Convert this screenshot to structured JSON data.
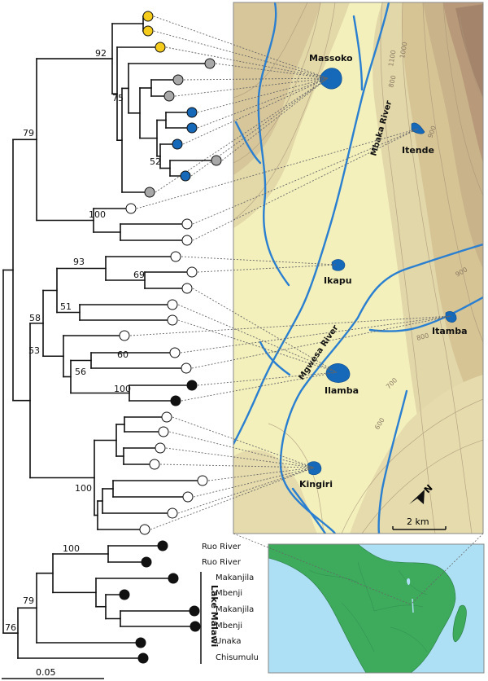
{
  "figure": {
    "bootstrap_values": [
      "92",
      "75",
      "52",
      "79",
      "100",
      "93",
      "69",
      "51",
      "58",
      "53",
      "60",
      "56",
      "100",
      "100",
      "100",
      "79",
      "76"
    ],
    "scale_bar_label": "0.05",
    "map": {
      "lakes": [
        "Massoko",
        "Itende",
        "Ikapu",
        "Itamba",
        "Ilamba",
        "Kingiri"
      ],
      "rivers": [
        "Mbaka River",
        "Mgwesa River"
      ],
      "contours": [
        "1100",
        "1000",
        "900",
        "800",
        "900",
        "800",
        "700",
        "600"
      ],
      "scale_label": "2 km",
      "north_label": "N"
    },
    "outgroup_tips": [
      "Ruo River",
      "Ruo River",
      "Makanjila",
      "Mbenji",
      "Makanjila",
      "Mbenji",
      "Unaka",
      "Chisumulu"
    ],
    "lake_malawi_label": "Lake Malawi",
    "colors": {
      "yellow": "#f5cc1b",
      "grey": "#a8a8a8",
      "blue": "#1668b8",
      "white": "#ffffff",
      "black": "#111111",
      "river": "#2a7fd0",
      "ocean": "#aee0f5",
      "land": "#3daa5c"
    }
  }
}
